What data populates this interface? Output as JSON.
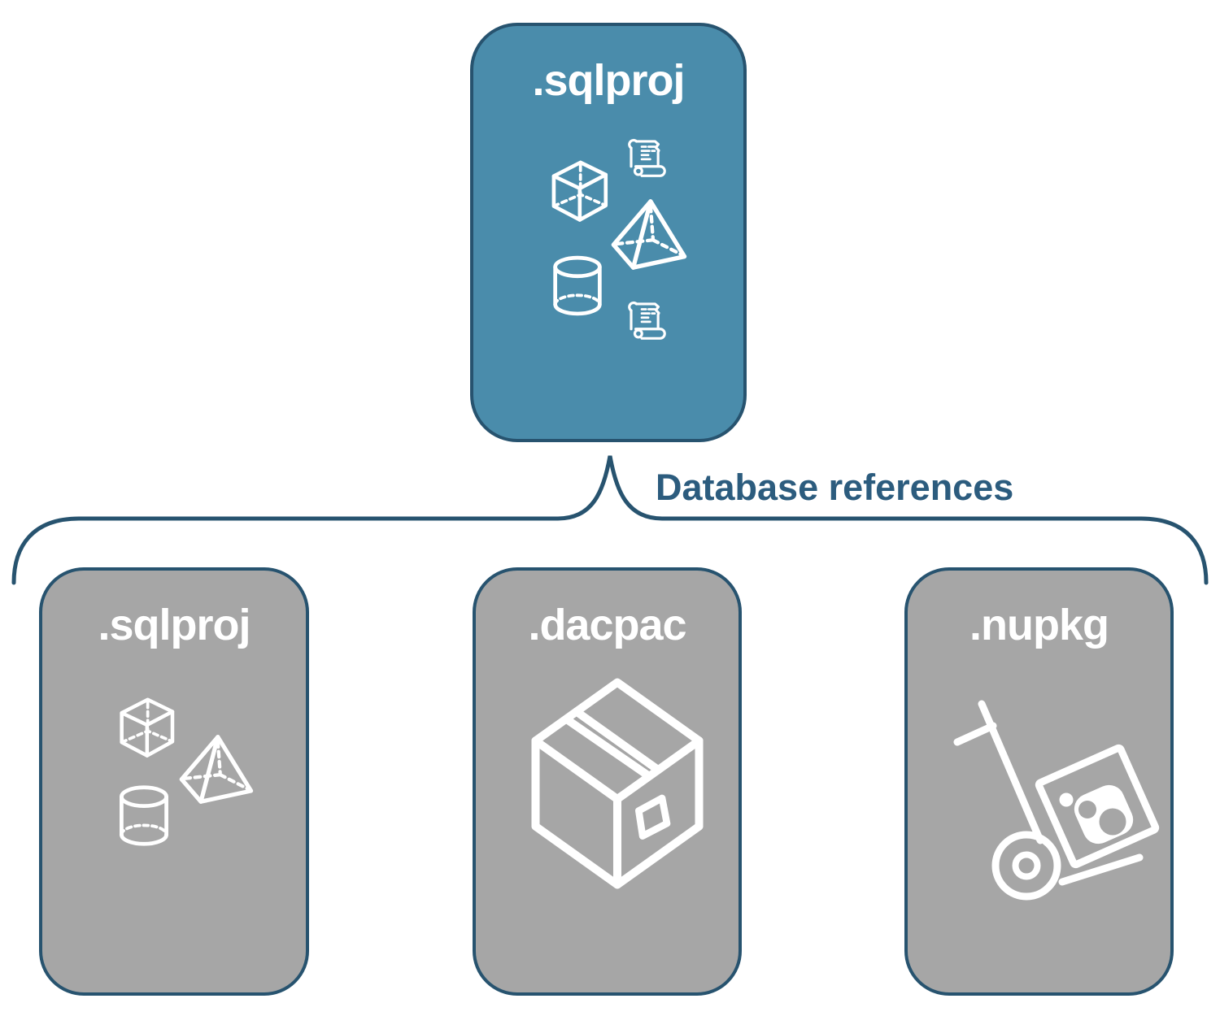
{
  "diagram": {
    "connector_label": "Database references",
    "root_node": {
      "label": ".sqlproj",
      "icons": [
        "cube-icon",
        "scroll-icon",
        "pyramid-icon",
        "cylinder-icon",
        "scroll-icon"
      ]
    },
    "child_nodes": [
      {
        "label": ".sqlproj",
        "icons": [
          "cube-icon",
          "pyramid-icon",
          "cylinder-icon"
        ]
      },
      {
        "label": ".dacpac",
        "icons": [
          "package-box-icon"
        ]
      },
      {
        "label": ".nupkg",
        "icons": [
          "nuget-dolly-icon"
        ]
      }
    ],
    "colors": {
      "root_fill": "#4a8cab",
      "child_fill": "#a6a6a6",
      "outline_navy": "#27536f",
      "connector_label_text": "#2c5c7e",
      "icon_stroke": "#ffffff"
    }
  }
}
